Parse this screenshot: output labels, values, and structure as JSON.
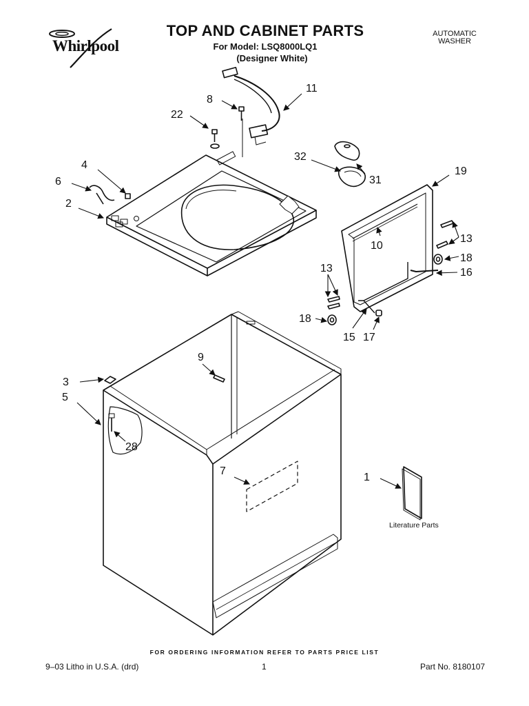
{
  "header": {
    "brand": "Whirlpool",
    "title": "TOP AND CABINET PARTS",
    "model_line": "For Model: LSQ8000LQ1",
    "variant_line": "(Designer White)",
    "product_type_line1": "AUTOMATIC",
    "product_type_line2": "WASHER"
  },
  "callouts": {
    "c1": "1",
    "c2": "2",
    "c3": "3",
    "c4": "4",
    "c5": "5",
    "c6": "6",
    "c7": "7",
    "c8": "8",
    "c9": "9",
    "c10": "10",
    "c11": "11",
    "c13a": "13",
    "c13b": "13",
    "c15": "15",
    "c16": "16",
    "c17": "17",
    "c18a": "18",
    "c18b": "18",
    "c19": "19",
    "c22": "22",
    "c28": "28",
    "c31": "31",
    "c32": "32"
  },
  "literature_label": "Literature Parts",
  "footer": {
    "ordering_info": "FOR ORDERING INFORMATION REFER TO PARTS PRICE LIST",
    "litho": "9–03 Litho in U.S.A. (drd)",
    "page": "1",
    "part_no": "Part No. 8180107"
  },
  "colors": {
    "ink": "#111111",
    "paper": "#ffffff",
    "shade": "#d9d9d9"
  }
}
